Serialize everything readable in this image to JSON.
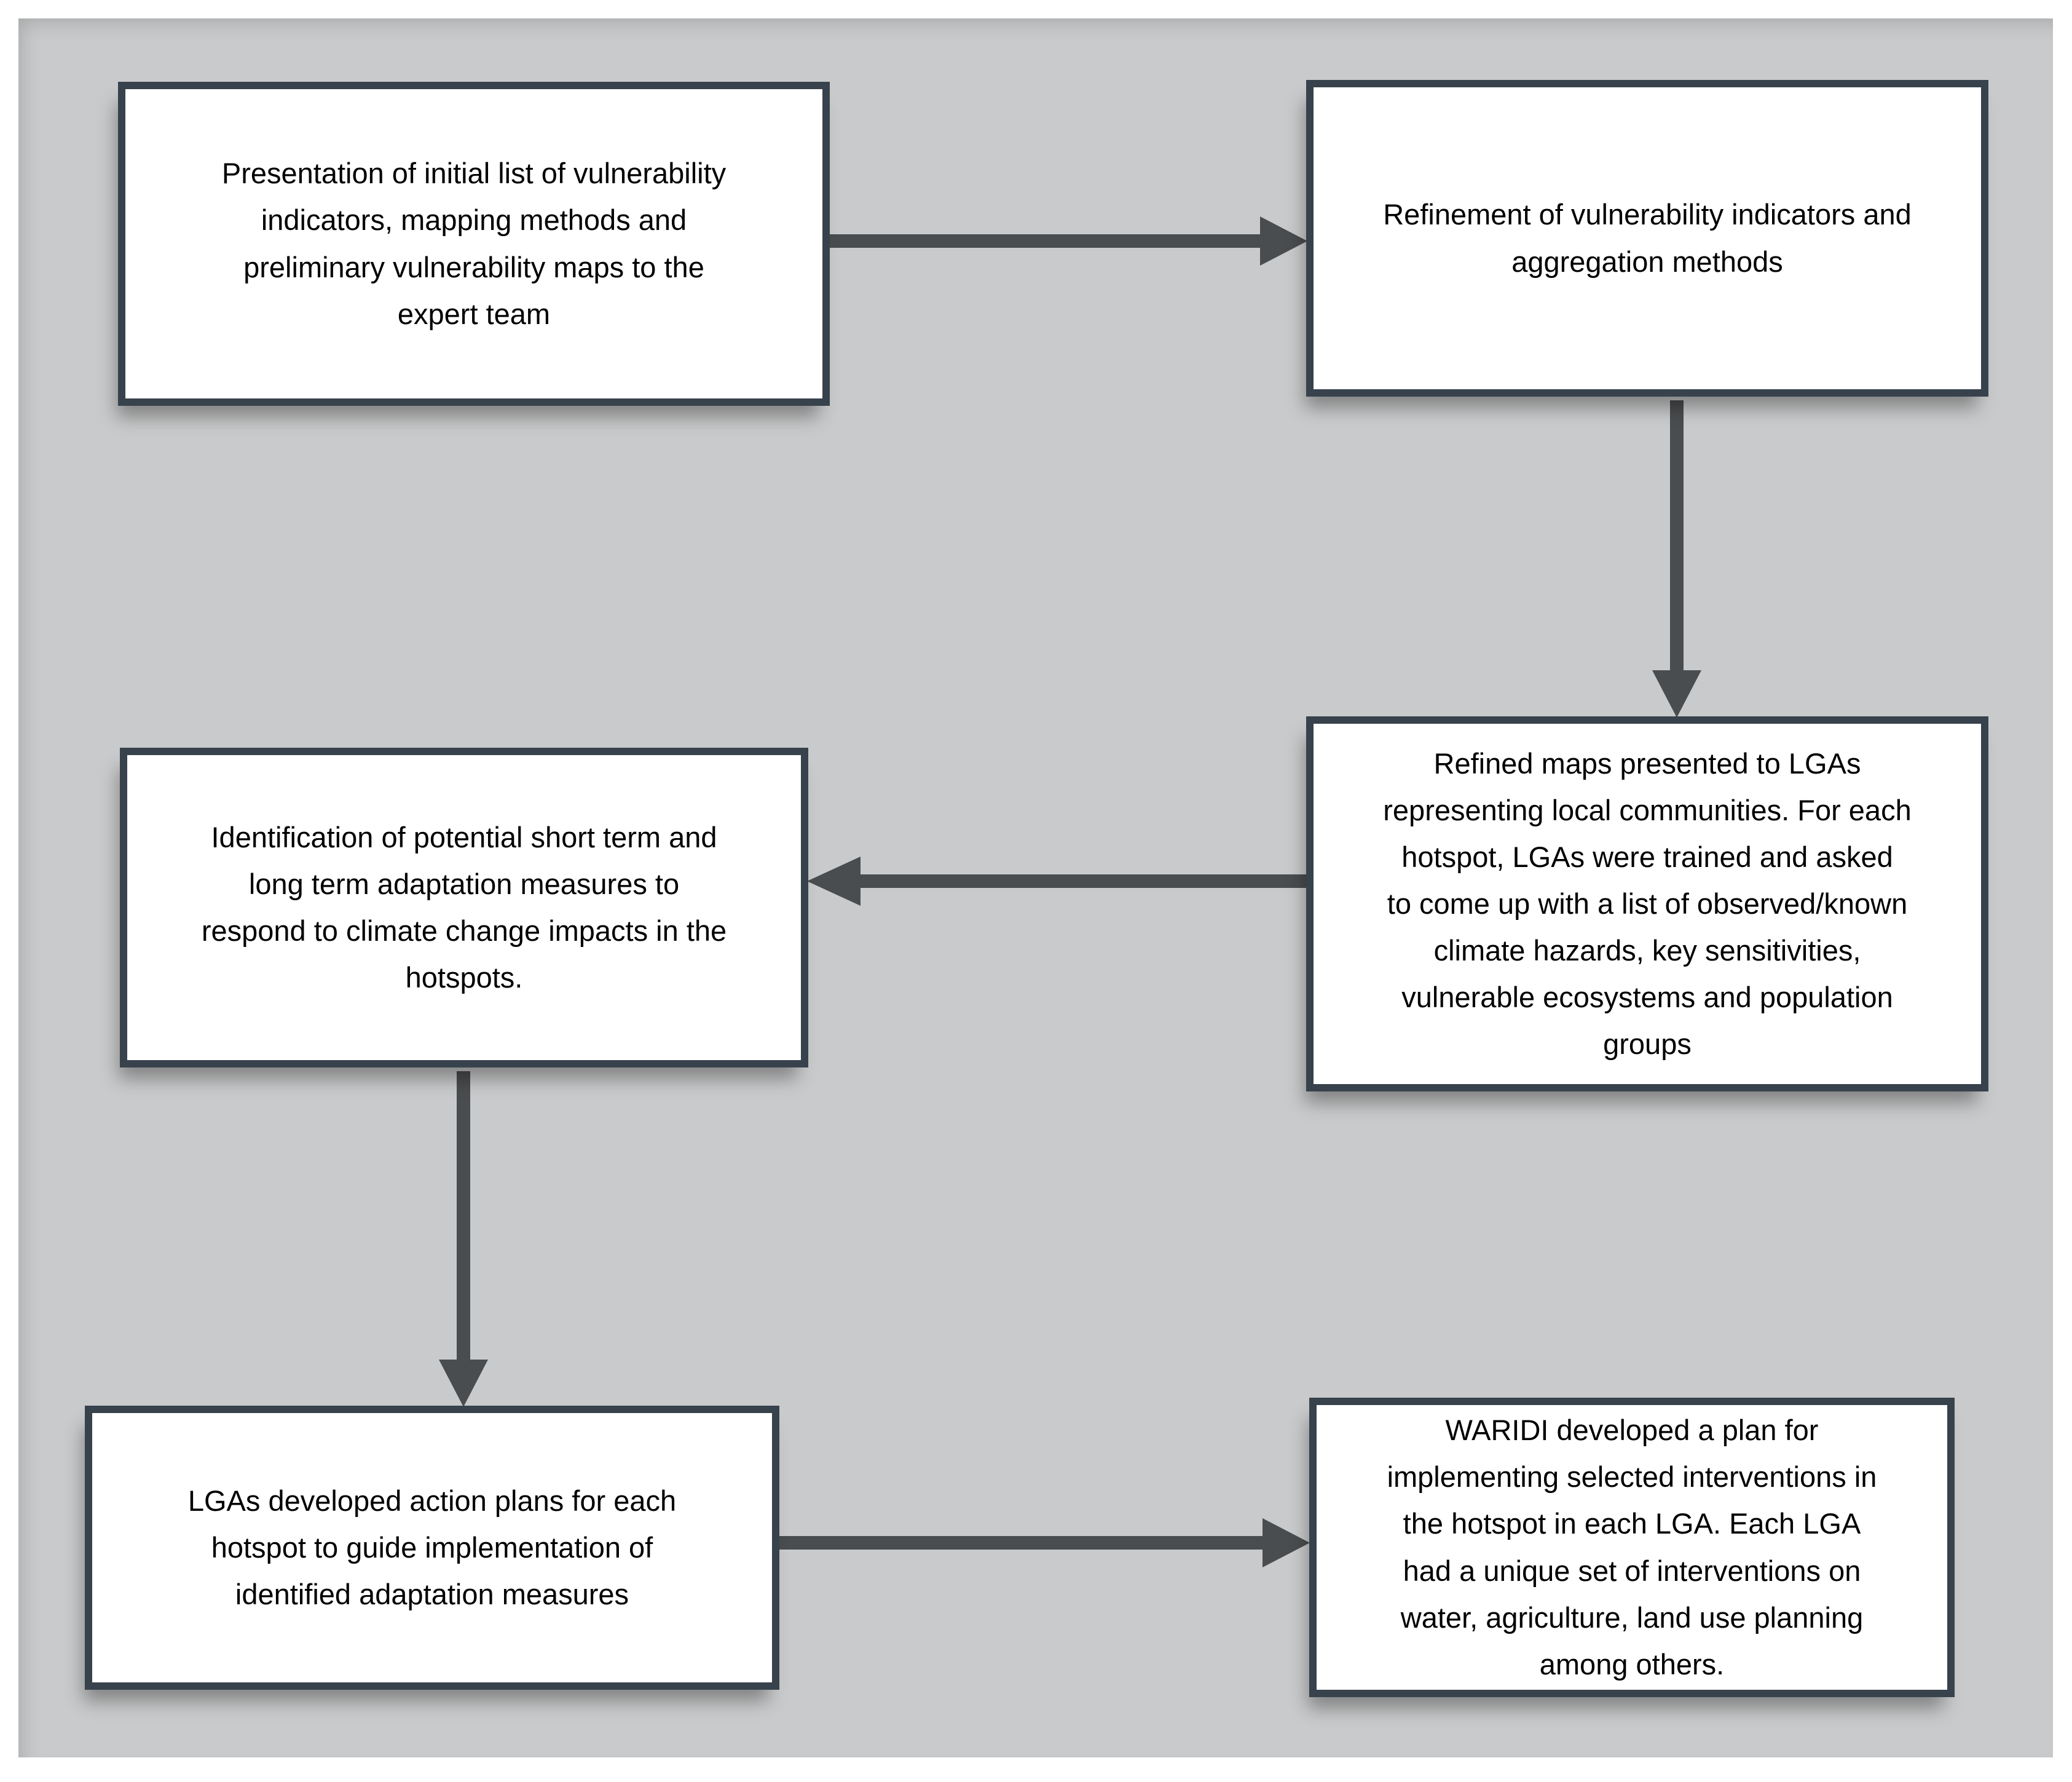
{
  "colors": {
    "page_bg": "#ffffff",
    "canvas_bg": "#c9cacb",
    "box_bg": "#ffffff",
    "box_border": "#37424d",
    "arrow": "#4a4d4f",
    "text": "#000000"
  },
  "boxes": [
    {
      "id": "presentation",
      "text": "Presentation of initial list of vulnerability\nindicators, mapping methods and\npreliminary vulnerability maps to the\nexpert team"
    },
    {
      "id": "refinement",
      "text": "Refinement of vulnerability indicators and\naggregation methods"
    },
    {
      "id": "refined-maps",
      "text": "Refined maps presented to LGAs\nrepresenting local communities. For each\nhotspot, LGAs  were trained and asked\nto come up with a list of observed/known\nclimate hazards, key sensitivities,\nvulnerable ecosystems and population\ngroups"
    },
    {
      "id": "identification",
      "text": "Identification of potential short term and\nlong term adaptation measures to\nrespond to climate change impacts in the\nhotspots."
    },
    {
      "id": "action-plans",
      "text": "LGAs developed action plans for each\nhotspot to guide implementation of\nidentified adaptation measures"
    },
    {
      "id": "waridi-plan",
      "text": "WARIDI developed a plan for\nimplementing selected interventions in\nthe hotspot in each LGA. Each LGA\nhad a unique set of interventions on\nwater, agriculture, land use planning\namong others."
    }
  ],
  "flow": [
    {
      "from": "presentation",
      "to": "refinement",
      "direction": "right"
    },
    {
      "from": "refinement",
      "to": "refined-maps",
      "direction": "down"
    },
    {
      "from": "refined-maps",
      "to": "identification",
      "direction": "left"
    },
    {
      "from": "identification",
      "to": "action-plans",
      "direction": "down"
    },
    {
      "from": "action-plans",
      "to": "waridi-plan",
      "direction": "right"
    }
  ]
}
